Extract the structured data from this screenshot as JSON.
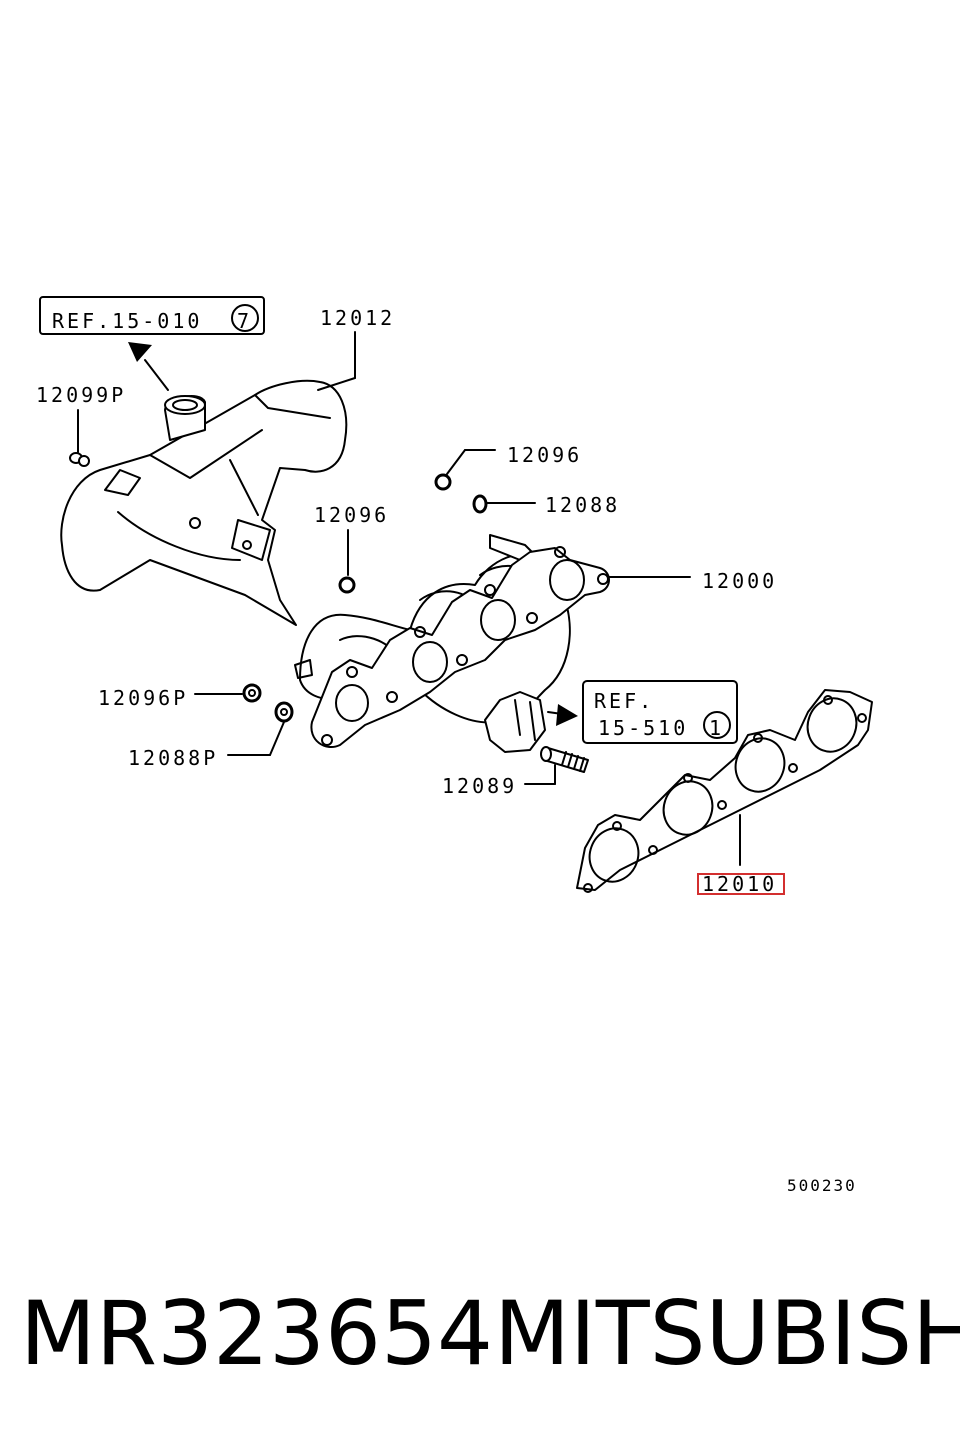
{
  "diagram": {
    "ref_box_1": {
      "text": "REF.15-010",
      "circle_number": "7"
    },
    "ref_box_2": {
      "line1": "REF.",
      "line2": "15-510",
      "circle_number": "1"
    },
    "labels": {
      "heat_shield": "12012",
      "bolt_12099p": "12099P",
      "nut_12096_top": "12096",
      "washer_12088": "12088",
      "nut_12096_mid": "12096",
      "manifold": "12000",
      "nut_12096p": "12096P",
      "washer_12088p": "12088P",
      "stud": "12089",
      "gasket": "12010"
    },
    "diagram_code": "500230",
    "highlight_color": "#d32f2f"
  },
  "footer": {
    "part_number": "MR323654",
    "brand": "MITSUBISHI"
  }
}
